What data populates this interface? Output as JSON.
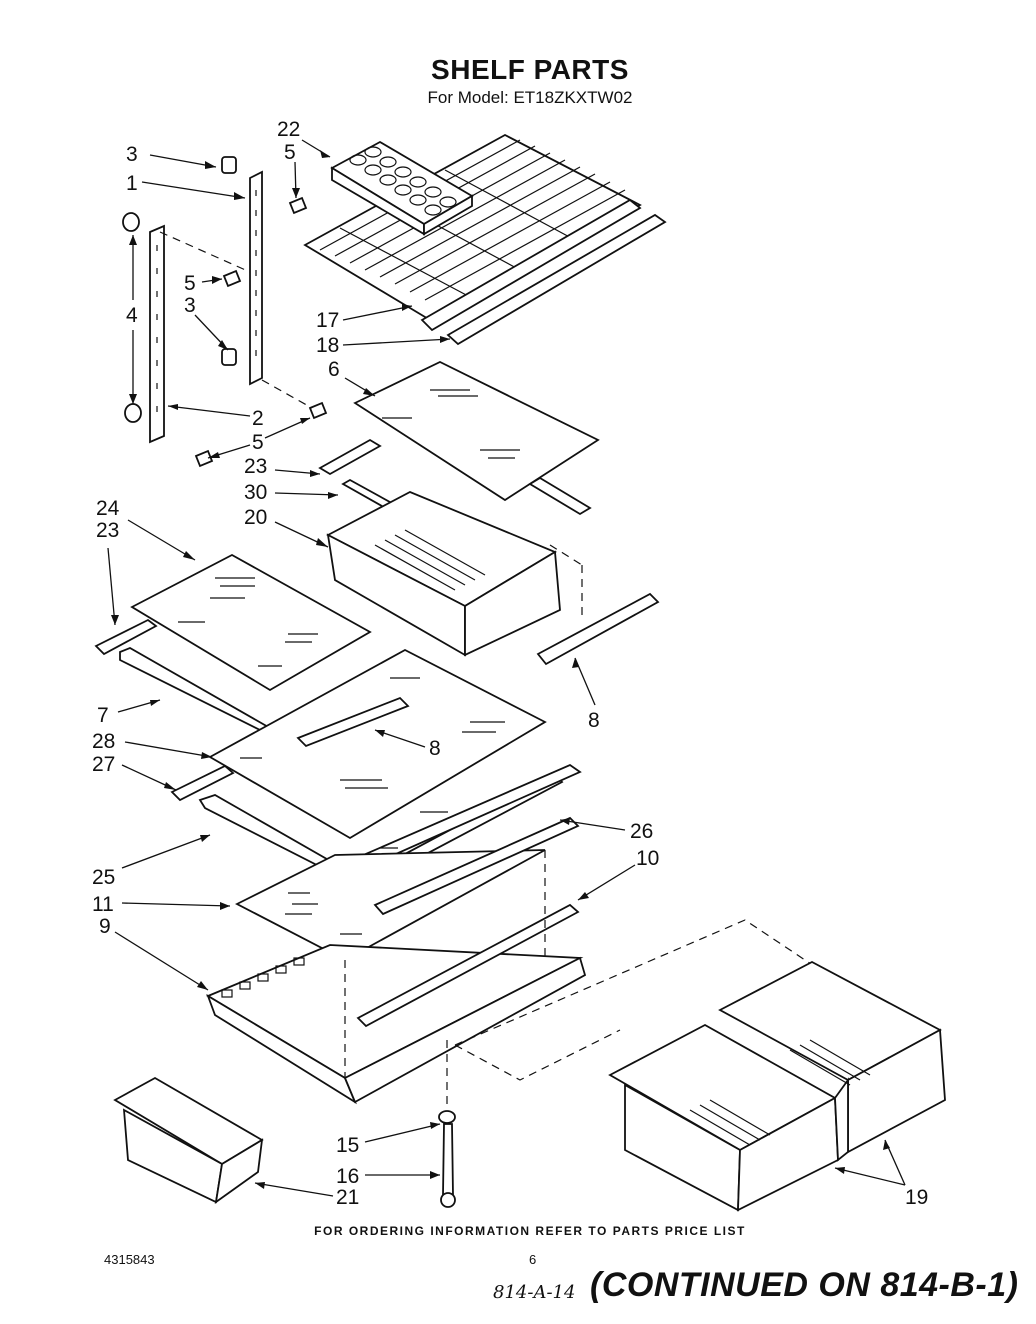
{
  "header": {
    "title": "SHELF PARTS",
    "subtitle": "For Model: ET18ZKXTW02"
  },
  "labels": {
    "l22": "22",
    "l3a": "3",
    "l5a": "5",
    "l1": "1",
    "l5b": "5",
    "l3b": "3",
    "l4": "4",
    "l2": "2",
    "l5c": "5",
    "l17": "17",
    "l18": "18",
    "l6": "6",
    "l23a": "23",
    "l30": "30",
    "l20": "20",
    "l24": "24",
    "l23b": "23",
    "l7": "7",
    "l8a": "8",
    "l8b": "8",
    "l28": "28",
    "l27": "27",
    "l26": "26",
    "l25": "25",
    "l10": "10",
    "l11": "11",
    "l9": "9",
    "l15": "15",
    "l16": "16",
    "l21": "21",
    "l19": "19"
  },
  "footer": {
    "ordering_note": "FOR ORDERING INFORMATION REFER TO PARTS PRICE LIST",
    "doc_number": "4315843",
    "page_number": "6",
    "handwritten_ref": "814-A-14",
    "continued": "(CONTINUED ON 814-B-1)"
  }
}
